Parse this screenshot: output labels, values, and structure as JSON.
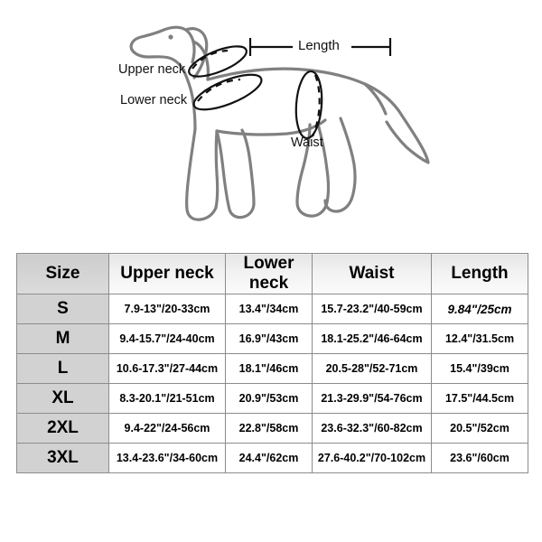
{
  "diagram": {
    "name": "dog-measurement-diagram",
    "outline_color": "#808080",
    "annotation_color": "#111111",
    "labels": {
      "upper_neck": "Upper neck",
      "lower_neck": "Lower neck",
      "waist": "Waist",
      "length": "Length"
    }
  },
  "table": {
    "headers": [
      "Size",
      "Upper neck",
      "Lower neck",
      "Waist",
      "Length"
    ],
    "rows": [
      {
        "size": "S",
        "upper_neck": "7.9-13\"/20-33cm",
        "lower_neck": "13.4\"/34cm",
        "waist": "15.7-23.2\"/40-59cm",
        "length": "9.84\"/25cm",
        "length_highlighted": true
      },
      {
        "size": "M",
        "upper_neck": "9.4-15.7\"/24-40cm",
        "lower_neck": "16.9\"/43cm",
        "waist": "18.1-25.2\"/46-64cm",
        "length": "12.4\"/31.5cm",
        "length_highlighted": false
      },
      {
        "size": "L",
        "upper_neck": "10.6-17.3\"/27-44cm",
        "lower_neck": "18.1\"/46cm",
        "waist": "20.5-28\"/52-71cm",
        "length": "15.4\"/39cm",
        "length_highlighted": false
      },
      {
        "size": "XL",
        "upper_neck": "8.3-20.1\"/21-51cm",
        "lower_neck": "20.9\"/53cm",
        "waist": "21.3-29.9\"/54-76cm",
        "length": "17.5\"/44.5cm",
        "length_highlighted": false
      },
      {
        "size": "2XL",
        "upper_neck": "9.4-22\"/24-56cm",
        "lower_neck": "22.8\"/58cm",
        "waist": "23.6-32.3\"/60-82cm",
        "length": "20.5\"/52cm",
        "length_highlighted": false
      },
      {
        "size": "3XL",
        "upper_neck": "13.4-23.6\"/34-60cm",
        "lower_neck": "24.4\"/62cm",
        "waist": "27.6-40.2\"/70-102cm",
        "length": "23.6\"/60cm",
        "length_highlighted": false
      }
    ]
  }
}
